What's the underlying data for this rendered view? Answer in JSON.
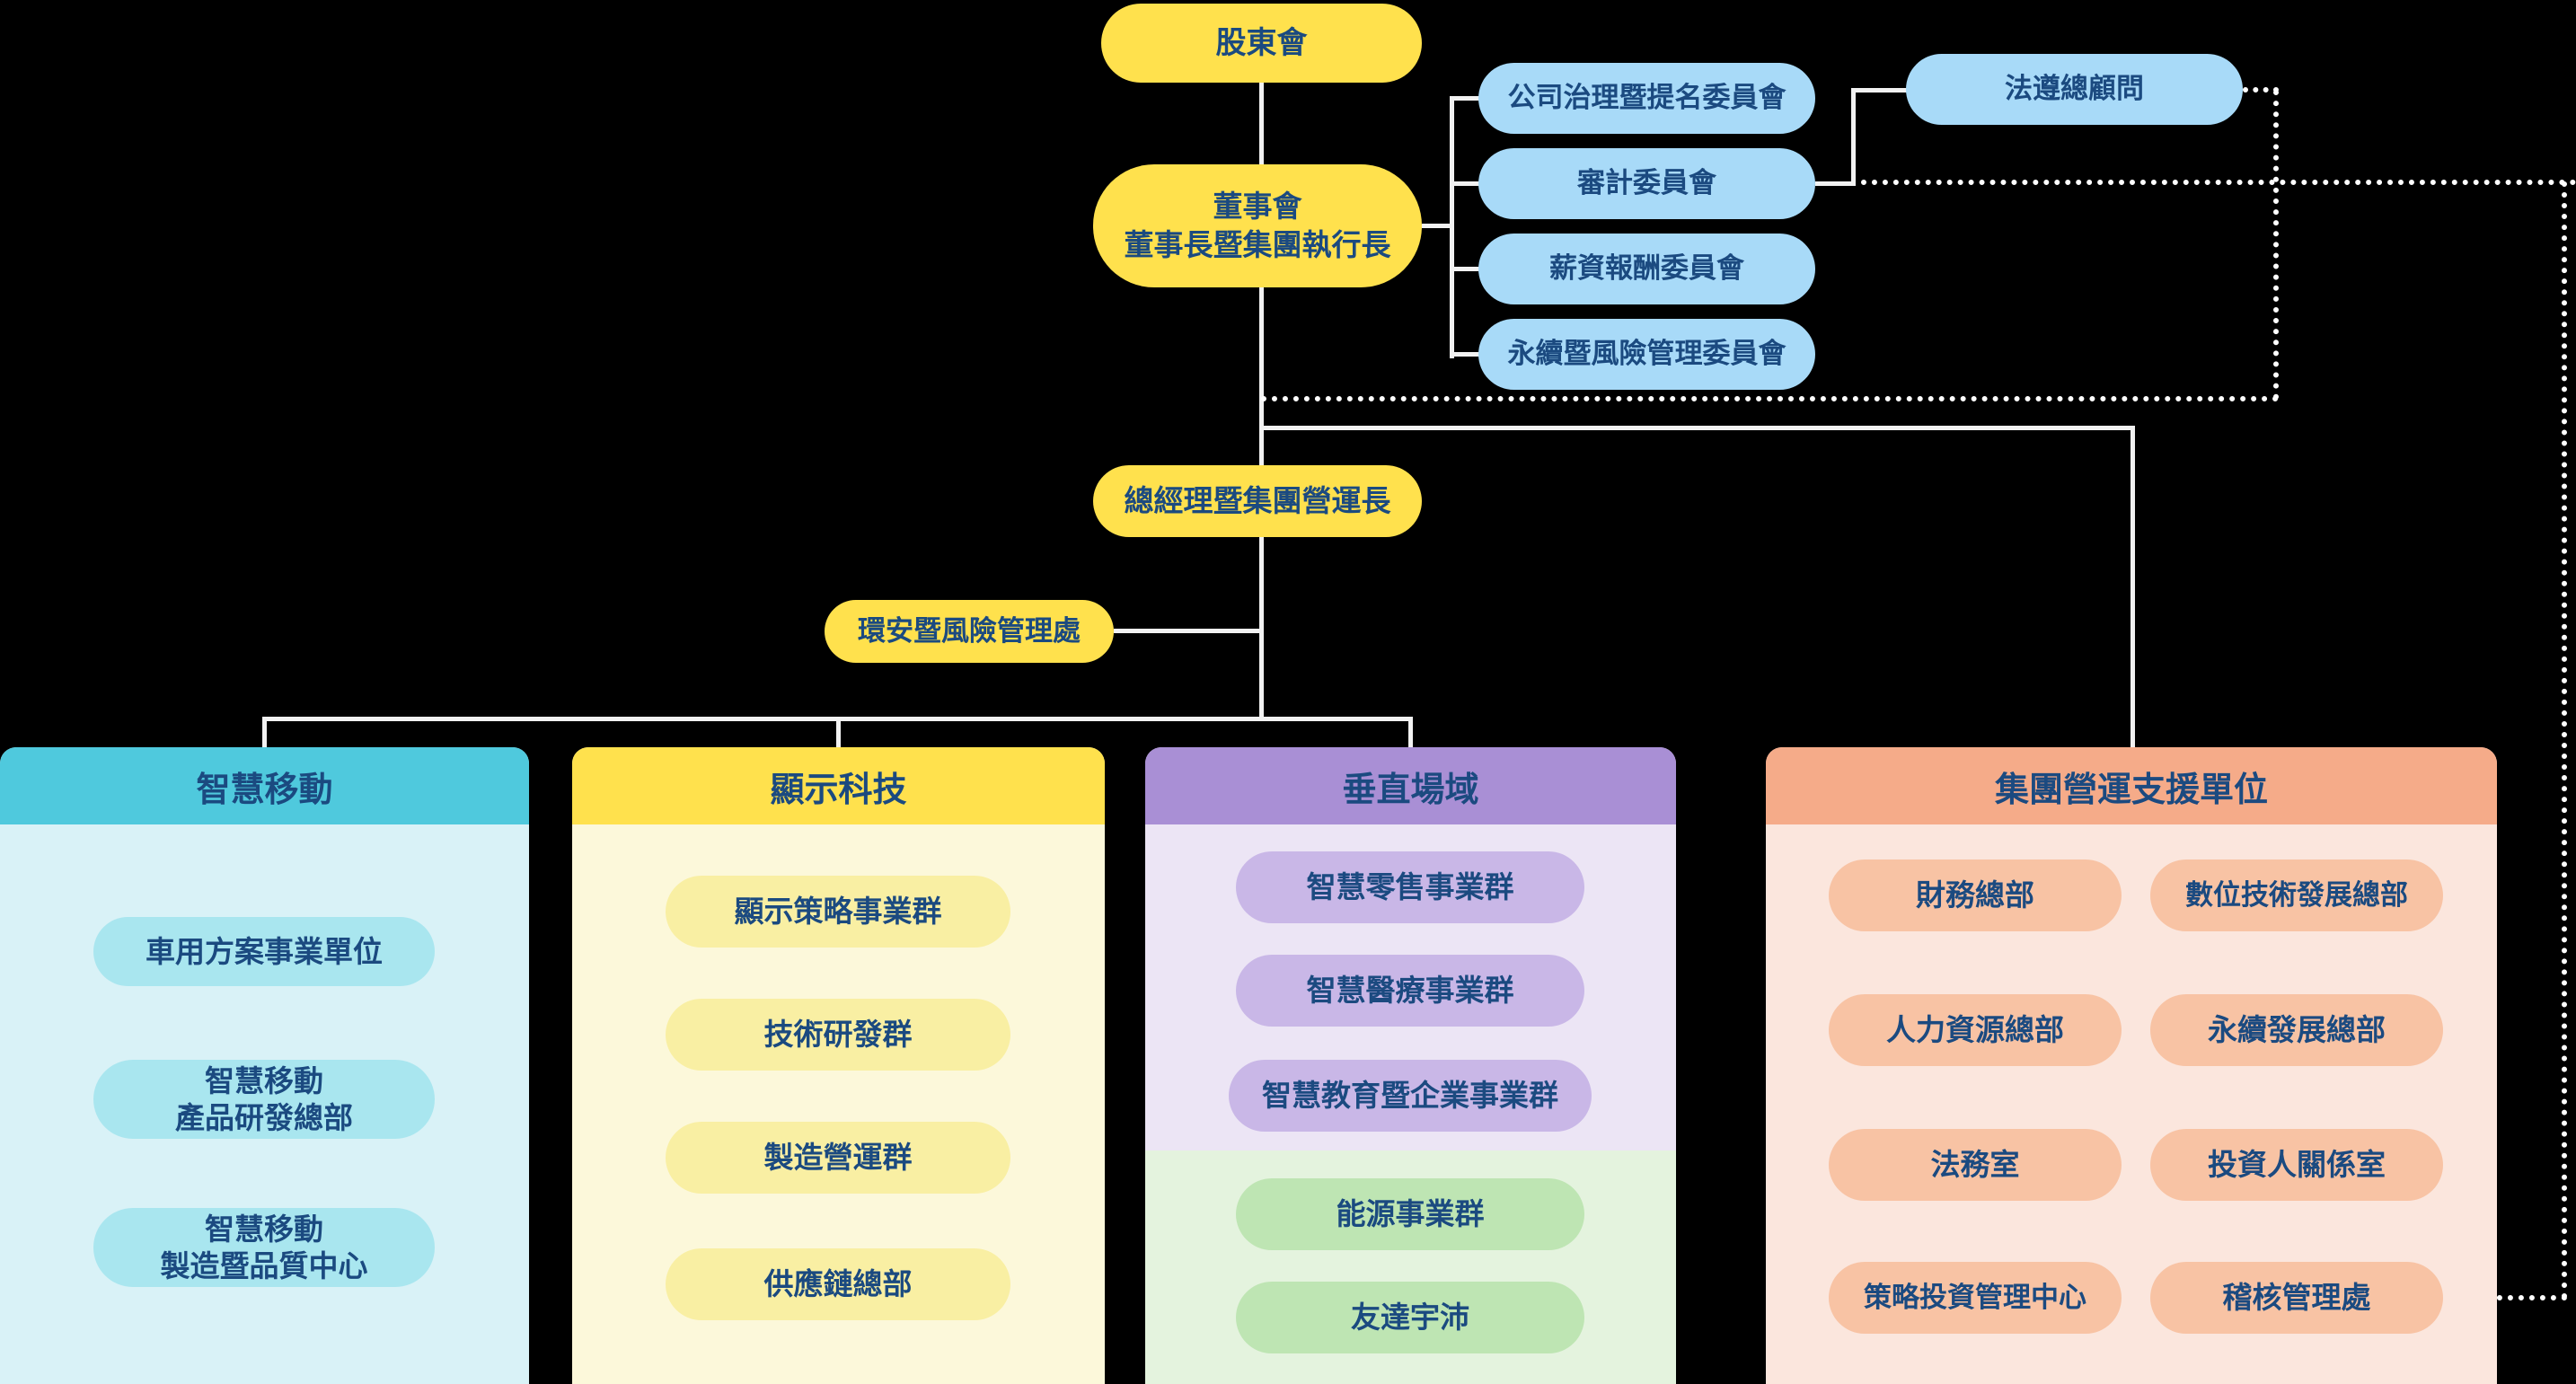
{
  "colors": {
    "text_navy": "#1b4a80",
    "line_white": "#f2f2f2",
    "node_yellow": "#ffe14d",
    "node_blue": "#a8daf8",
    "panel_cyan": "#4fc9dd",
    "panel_yellow": "#ffe14d",
    "panel_purple": "#a98fd5",
    "panel_salmon": "#f5ab89",
    "panel_green": "#bee5b3"
  },
  "nodes": {
    "shareholders": "股東會",
    "board": "董事會\n董事長暨集團執行長",
    "president": "總經理暨集團營運長",
    "ehs": "環安暨風險管理處",
    "compliance": "法遵總顧問"
  },
  "committees": [
    "公司治理暨提名委員會",
    "審計委員會",
    "薪資報酬委員會",
    "永續暨風險管理委員會"
  ],
  "panels": [
    {
      "title": "智慧移動",
      "items": [
        "車用方案事業單位",
        "智慧移動\n產品研發總部",
        "智慧移動\n製造暨品質中心"
      ]
    },
    {
      "title": "顯示科技",
      "items": [
        "顯示策略事業群",
        "技術研發群",
        "製造營運群",
        "供應鏈總部"
      ]
    },
    {
      "title": "垂直場域",
      "items": [
        "智慧零售事業群",
        "智慧醫療事業群",
        "智慧教育暨企業事業群"
      ],
      "green_items": [
        "能源事業群",
        "友達宇沛"
      ]
    },
    {
      "title": "集團營運支援單位",
      "items_left": [
        "財務總部",
        "人力資源總部",
        "法務室",
        "策略投資管理中心"
      ],
      "items_right": [
        "數位技術發展總部",
        "永續發展總部",
        "投資人關係室",
        "稽核管理處"
      ]
    }
  ]
}
